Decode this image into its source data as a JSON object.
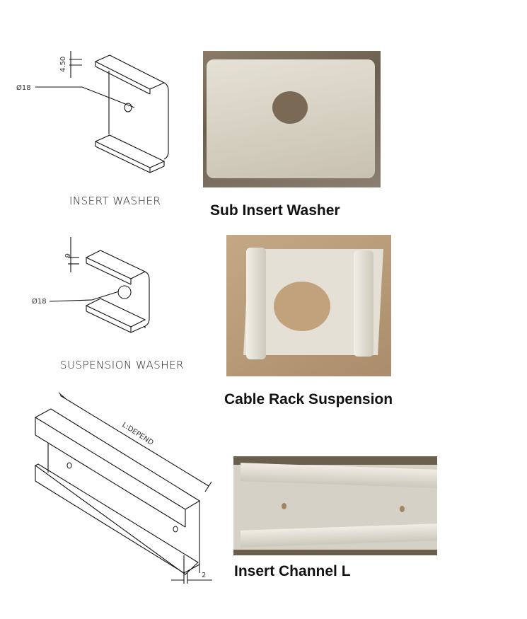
{
  "items": [
    {
      "drawing_label": "INSERT WASHER",
      "photo_title": "Sub Insert Washer",
      "dims": {
        "thickness": "4.50",
        "hole": "Ø18"
      }
    },
    {
      "drawing_label": "SUSPENSION WASHER",
      "photo_title": "Cable Rack Suspension",
      "dims": {
        "thickness": "6",
        "hole": "Ø18"
      }
    },
    {
      "drawing_label": "",
      "photo_title": "Insert Channel L",
      "dims": {
        "length": "L:DEPEND",
        "thickness": "2"
      }
    }
  ]
}
